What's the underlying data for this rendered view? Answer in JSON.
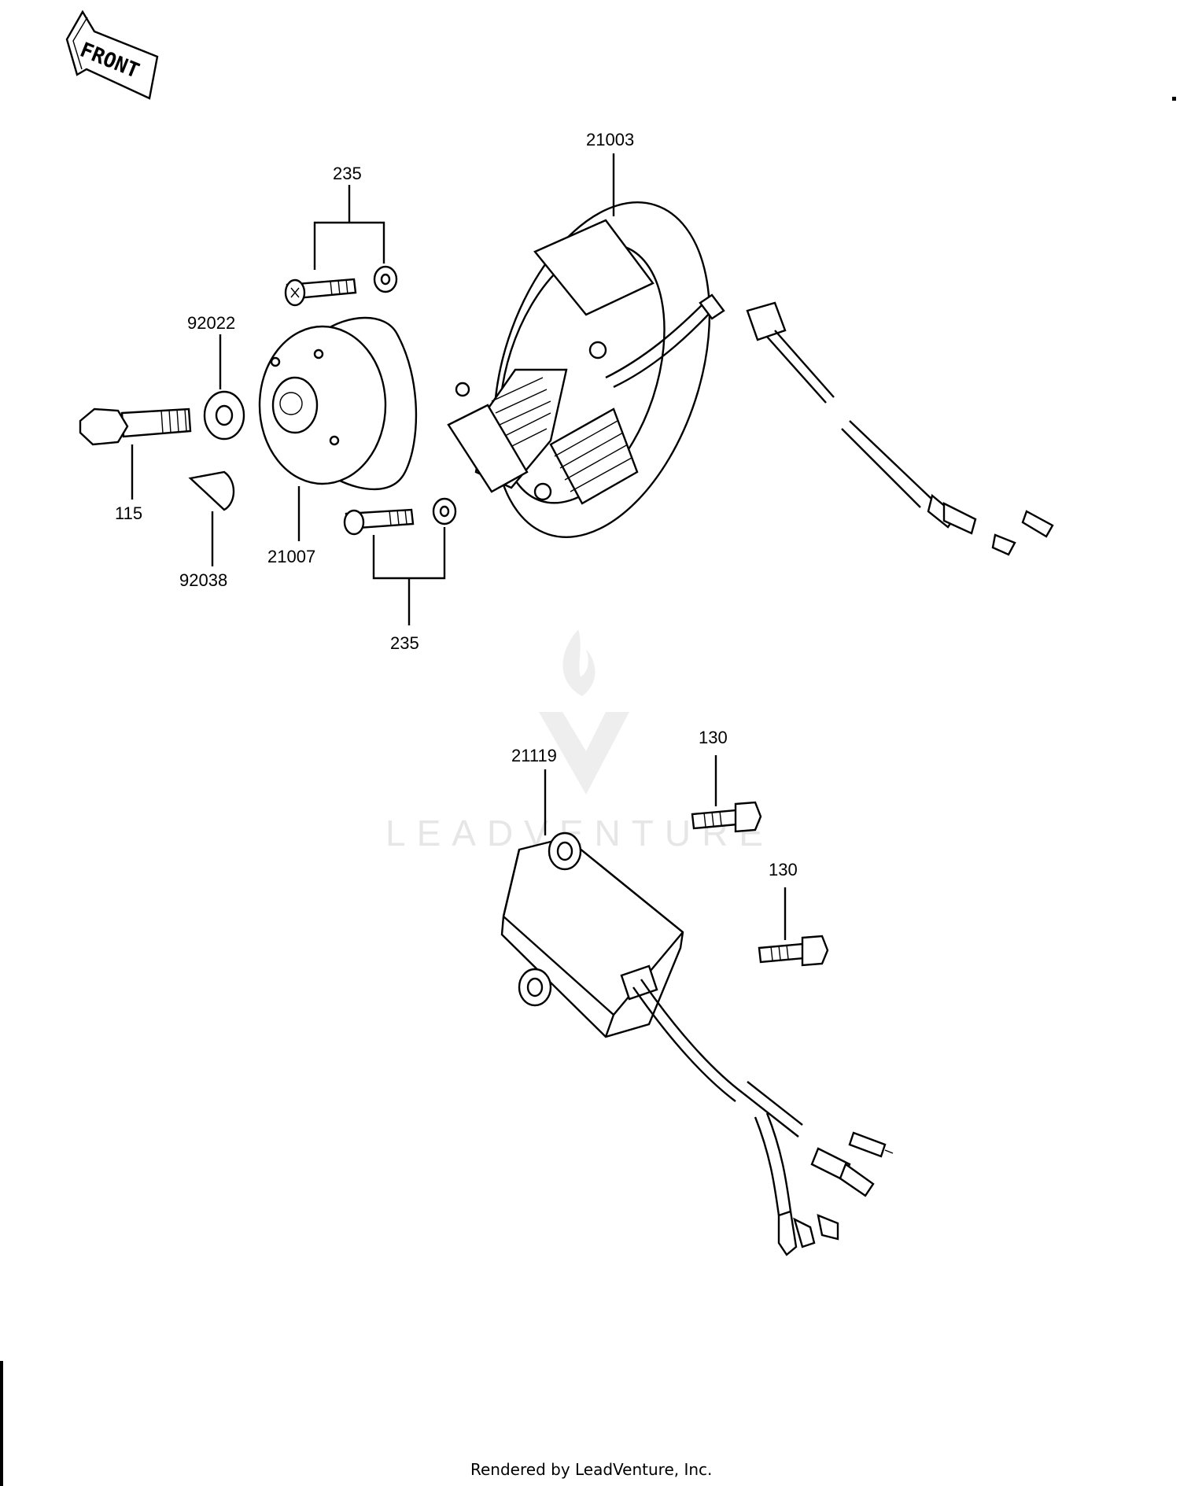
{
  "front_label": "FRONT",
  "callouts": {
    "stator": "21003",
    "screw_set_top": "235",
    "washer": "92022",
    "bolt": "115",
    "key": "92038",
    "flywheel": "21007",
    "screw_set_bottom": "235",
    "cdi_unit": "21119",
    "bolt_upper": "130",
    "bolt_lower": "130"
  },
  "watermark": "LEADVENTURE",
  "footer": "Rendered by LeadVenture, Inc."
}
